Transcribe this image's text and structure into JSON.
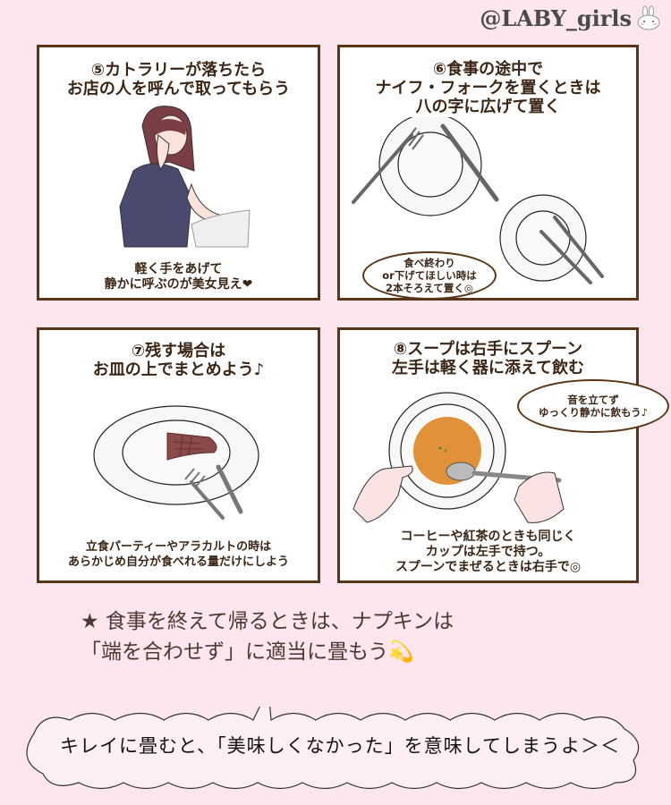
{
  "header": {
    "handle": "@LABY_girls",
    "icon": "bunny-icon"
  },
  "panels": [
    {
      "number": "⑤",
      "title": "⑤カトラリーが落ちたら\nお店の人を呼んで取ってもらう",
      "caption": "軽く手をあげて\n静かに呼ぶのが美女見え❤",
      "illustration": "woman-raising-hand"
    },
    {
      "number": "⑥",
      "title": "⑥食事の途中で\nナイフ・フォークを置くときは\n八の字に広げて置く",
      "bubble": "食べ終わり\nor下げてほしい時は\n2本そろえて置く◎",
      "illustration": "plates-with-cutlery"
    },
    {
      "number": "⑦",
      "title": "⑦残す場合は\nお皿の上でまとめよう♪",
      "caption": "立食パーティーやアラカルトの時は\nあらかじめ自分が食べれる量だけにしよう",
      "illustration": "plate-with-steak"
    },
    {
      "number": "⑧",
      "title": "⑧スープは右手にスプーン\n左手は軽く器に添えて飲む",
      "bubble": "音を立てず\nゆっくり静かに飲もう♪",
      "caption": "コーヒーや紅茶のときも同じく\nカップは左手で持つ。\nスプーンでまぜるときは右手で◎",
      "illustration": "soup-bowl-with-hands"
    }
  ],
  "tip": {
    "text": "★ 食事を終えて帰るときは、ナプキンは\n「端を合わせず」に適当に畳もう💫"
  },
  "footer_bubble": {
    "text": "キレイに畳むと、「美味しくなかった」を意味してしまうよ＞＜"
  },
  "colors": {
    "background": "#fde6ee",
    "panel_border": "#5a3416",
    "soup": "#e0913a",
    "dress": "#4a4a6e",
    "hair": "#7a3f44",
    "cloud_fill": "#fdeff2"
  }
}
